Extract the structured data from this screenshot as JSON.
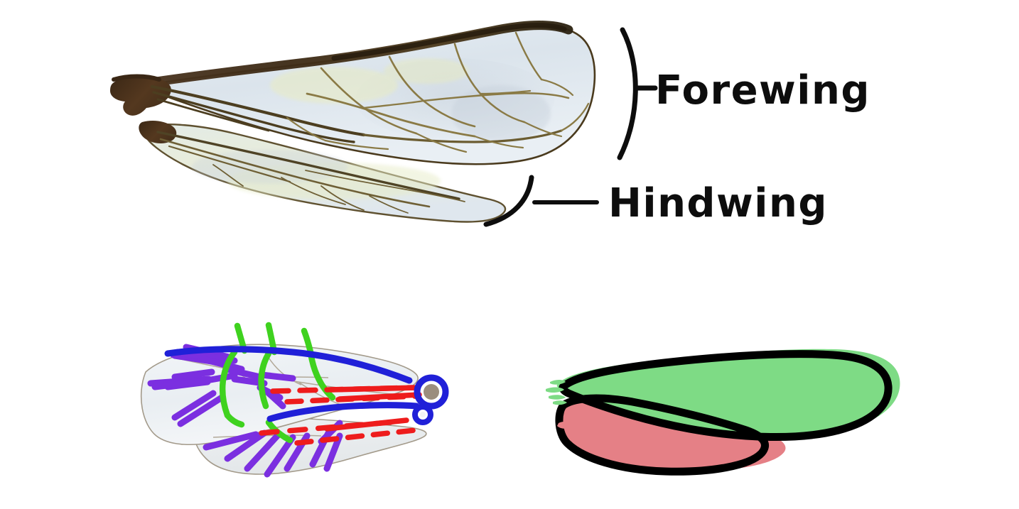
{
  "figure": {
    "title_visible": false,
    "background_color": "#ffffff",
    "description": "Insect (bee/wasp) wing anatomy diagram: top photographic wing pair with callout labels, bottom-left vein homology overlay, bottom-right simplified colored silhouette"
  },
  "labels": {
    "forewing": "Forewing",
    "hindwing": "Hindwing"
  },
  "colors": {
    "membrane": "#dde5ec",
    "membrane_light": "#eef3f7",
    "membrane_tint_yellow": "#e9ecc9",
    "vein": "#8a7a45",
    "vein_dark": "#6b5c31",
    "wing_margin_dark": "#3f2e18",
    "wing_base_brown": "#4a3420",
    "label_ink": "#0d0d0d",
    "overlay_blue": "#2020d8",
    "overlay_red": "#ee1c1c",
    "overlay_green": "#3fd21f",
    "overlay_purple": "#7b2fe0",
    "silhouette_green": "#7edb85",
    "silhouette_pink": "#e58086",
    "silhouette_outline": "#000000",
    "hamulus_fill": "#9b8d7e"
  },
  "panels": {
    "top": {
      "name": "wing-photograph-panel",
      "forewing_label": "Forewing",
      "hindwing_label": "Hindwing"
    },
    "bottom_left": {
      "name": "vein-homology-panel",
      "vein_groups": [
        {
          "key": "costal-anterior",
          "color": "#2020d8",
          "style": "solid-thick",
          "count": 3
        },
        {
          "key": "longitudinal-medial",
          "color": "#ee1c1c",
          "style": "dashed-then-solid",
          "count": 4
        },
        {
          "key": "cross-veins",
          "color": "#3fd21f",
          "style": "curved",
          "count": 5
        },
        {
          "key": "radiating-distal",
          "color": "#7b2fe0",
          "style": "short-strokes",
          "count": 17
        }
      ]
    },
    "bottom_right": {
      "name": "wing-silhouette-panel",
      "shapes": [
        {
          "key": "forewing-silhouette",
          "fill": "#7edb85",
          "outline": "#000000"
        },
        {
          "key": "hindwing-silhouette",
          "fill": "#e58086",
          "outline": "#000000"
        }
      ]
    }
  }
}
